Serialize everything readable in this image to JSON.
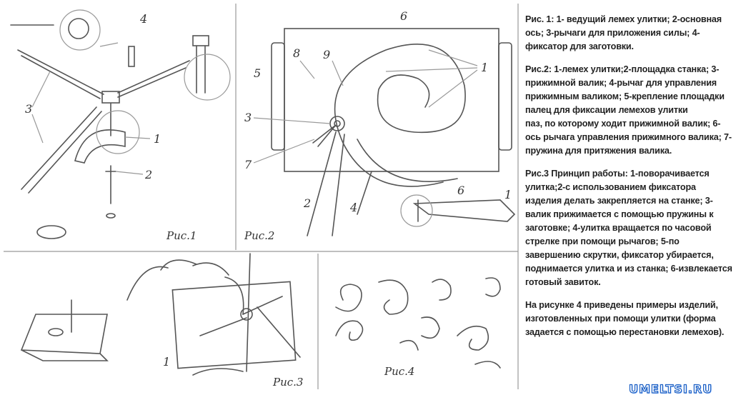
{
  "figures": {
    "fig1": {
      "caption": "Рис.1",
      "labels": [
        "4",
        "3",
        "1",
        "2"
      ]
    },
    "fig2": {
      "caption": "Рис.2",
      "labels": [
        "6",
        "8",
        "9",
        "5",
        "1",
        "3",
        "7",
        "2",
        "4",
        "6",
        "1"
      ]
    },
    "fig3": {
      "caption": "Рис.3",
      "labels": [
        "1"
      ]
    },
    "fig4": {
      "caption": "Рис.4"
    }
  },
  "description": {
    "fig1": "Рис. 1: 1- ведущий лемех улитки; 2-основная ось; 3-рычаги для приложения силы; 4-фиксатор для заготовки.",
    "fig2_lines": [
      "Рис.2: 1-лемех улитки;2-площадка станка; 3-прижимной валик; 4-рычаг для управления прижимным валиком; 5-крепление площадки",
      "палец для фиксации лемехов улитки",
      "паз, по которому ходит прижимной валик; 6-ось рычага управления прижимного валика; 7-пружина для притяжения валика."
    ],
    "fig3": "Рис.3 Принцип работы: 1-поворачивается улитка;2-с использованием фиксатора изделия делать закрепляется на станке; 3-валик прижимается с помощью пружины к заготовке; 4-улитка вращается по часовой стрелке при помощи рычагов; 5-по завершению скрутки, фиксатор убирается, поднимается улитка и из станка; 6-извлекается готовый завиток.",
    "fig4": "На рисунке 4 приведены примеры изделий, изготовленных при помощи улитки (форма задается с помощью перестановки лемехов)."
  },
  "watermark": "UMELTSI.RU"
}
